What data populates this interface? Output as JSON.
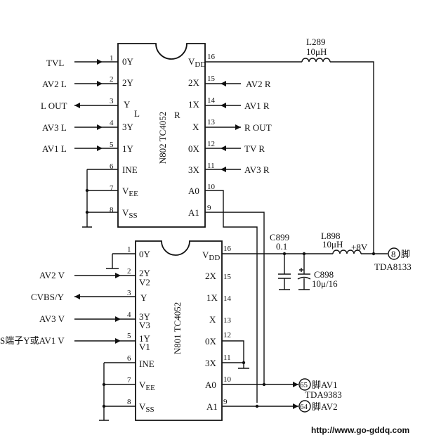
{
  "chips": {
    "upper": {
      "name": "N802 TC4052",
      "left_pins": [
        {
          "n": "1",
          "label": "0Y",
          "signal": "TVL"
        },
        {
          "n": "2",
          "label": "2Y",
          "signal": "AV2 L"
        },
        {
          "n": "3",
          "label": "Y",
          "signal": "L OUT"
        },
        {
          "n": "4",
          "label": "3Y",
          "signal": "AV3 L"
        },
        {
          "n": "5",
          "label": "1Y",
          "signal": "AV1 L"
        },
        {
          "n": "6",
          "label": "INE",
          "signal": ""
        },
        {
          "n": "7",
          "label": "VEE",
          "signal": ""
        },
        {
          "n": "8",
          "label": "VSS",
          "signal": ""
        }
      ],
      "right_pins": [
        {
          "n": "16",
          "label": "VDD",
          "signal": ""
        },
        {
          "n": "15",
          "label": "2X",
          "signal": "AV2 R"
        },
        {
          "n": "14",
          "label": "1X",
          "signal": "AV1 R"
        },
        {
          "n": "13",
          "label": "X",
          "signal": "R OUT"
        },
        {
          "n": "12",
          "label": "0X",
          "signal": "TV R"
        },
        {
          "n": "11",
          "label": "3X",
          "signal": "AV3 R"
        },
        {
          "n": "10",
          "label": "A0",
          "signal": ""
        },
        {
          "n": "9",
          "label": "A1",
          "signal": ""
        }
      ],
      "inner_l": "L",
      "inner_r": "R"
    },
    "lower": {
      "name": "N801 TC4052",
      "left_pins": [
        {
          "n": "1",
          "label": "0Y",
          "signal": ""
        },
        {
          "n": "2",
          "label": "2Y",
          "label2": "V2",
          "signal": "AV2 V"
        },
        {
          "n": "3",
          "label": "Y",
          "signal": "CVBS/Y"
        },
        {
          "n": "4",
          "label": "3Y",
          "label2": "V3",
          "signal": "AV3 V"
        },
        {
          "n": "5",
          "label": "1Y",
          "label2": "V1",
          "signal": "S端子Y或AV1 V"
        },
        {
          "n": "6",
          "label": "INE",
          "signal": ""
        },
        {
          "n": "7",
          "label": "VEE",
          "signal": ""
        },
        {
          "n": "8",
          "label": "VSS",
          "signal": ""
        }
      ],
      "right_pins": [
        {
          "n": "16",
          "label": "VDD"
        },
        {
          "n": "15",
          "label": "2X"
        },
        {
          "n": "14",
          "label": "1X"
        },
        {
          "n": "13",
          "label": "X"
        },
        {
          "n": "12",
          "label": "0X"
        },
        {
          "n": "11",
          "label": "3X"
        },
        {
          "n": "10",
          "label": "A0"
        },
        {
          "n": "9",
          "label": "A1"
        }
      ]
    }
  },
  "components": {
    "l289": {
      "ref": "L289",
      "value": "10μH"
    },
    "l898": {
      "ref": "L898",
      "value": "10μH"
    },
    "c899": {
      "ref": "C899",
      "value": "0.1"
    },
    "c898": {
      "ref": "C898",
      "value": "10μ/16"
    }
  },
  "supply": {
    "voltage": "+8V",
    "pin": "8",
    "pin_suffix": "脚",
    "ic": "TDA8133"
  },
  "control": {
    "pin65": "65",
    "pin65_label": "脚AV1",
    "pin64": "64",
    "pin64_label": "脚AV2",
    "ic": "TDA9383"
  },
  "watermark": "http://www.go-gddq.com"
}
